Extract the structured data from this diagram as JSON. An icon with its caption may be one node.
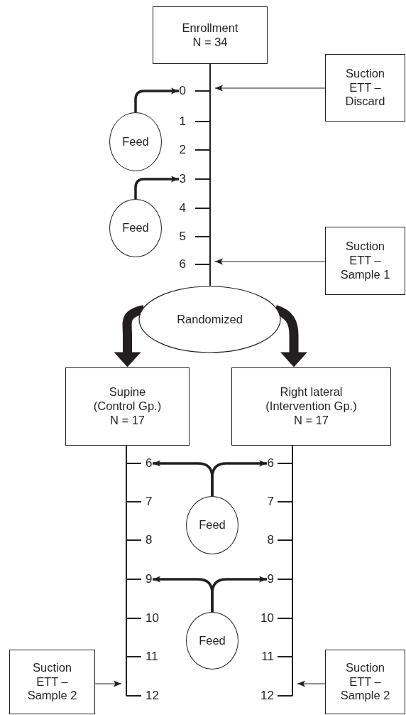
{
  "diagram": {
    "nodes": [
      {
        "text": [
          "Enrollment N = 34"
        ]
      },
      {
        "text": [],
        "shape": "bar"
      },
      {
        "text": [
          "Suction ETT – Discard"
        ]
      },
      {
        "text": [
          "0"
        ]
      },
      {
        "text": [
          "Feed"
        ]
      },
      {
        "text": [
          "3"
        ]
      },
      {
        "text": [
          "Feed"
        ]
      },
      {
        "text": [
          "Suction ETT – Sample 1"
        ]
      },
      {
        "text": [
          "Randomized"
        ]
      },
      {
        "text": [
          "Supine (Control Gp.) N = 17"
        ]
      },
      {
        "text": [
          "Right lateral (Intervention Gp.) N = 17"
        ]
      },
      {
        "text": [],
        "shape": "bar"
      },
      {
        "text": [],
        "shape": "bar"
      },
      {
        "text": [
          "6"
        ]
      },
      {
        "text": [
          "6"
        ]
      },
      {
        "text": [
          "Feed"
        ]
      },
      {
        "text": [
          "9"
        ]
      },
      {
        "text": [
          "9"
        ]
      },
      {
        "text": [
          "Feed"
        ]
      },
      {
        "text": [
          "Suction ETT – Sample 2"
        ]
      },
      {
        "text": [
          "Suction ETT – Sample 2"
        ]
      }
    ],
    "edges": [
      {
        "from": 2,
        "to": 1,
        "arrow": "to"
      },
      {
        "from": 4,
        "to": 3,
        "arrow": "to"
      },
      {
        "from": 6,
        "to": 5,
        "arrow": "to"
      },
      {
        "from": 7,
        "to": 1,
        "arrow": "to"
      },
      {
        "from": 8,
        "to": 9,
        "arrow": "to",
        "style": "thick"
      },
      {
        "from": 8,
        "to": 10,
        "arrow": "to",
        "style": "thick"
      },
      {
        "from": 15,
        "to": 13,
        "arrow": "to"
      },
      {
        "from": 15,
        "to": 14,
        "arrow": "to"
      },
      {
        "from": 18,
        "to": 16,
        "arrow": "to"
      },
      {
        "from": 18,
        "to": 17,
        "arrow": "to"
      },
      {
        "from": 19,
        "to": 11,
        "arrow": "to"
      },
      {
        "from": 20,
        "to": 12,
        "arrow": "to"
      }
    ],
    "labels": [
      "1",
      "2",
      "4",
      "5",
      "6",
      "7",
      "7",
      "8",
      "8",
      "10",
      "10",
      "11",
      "11",
      "12",
      "12"
    ]
  }
}
